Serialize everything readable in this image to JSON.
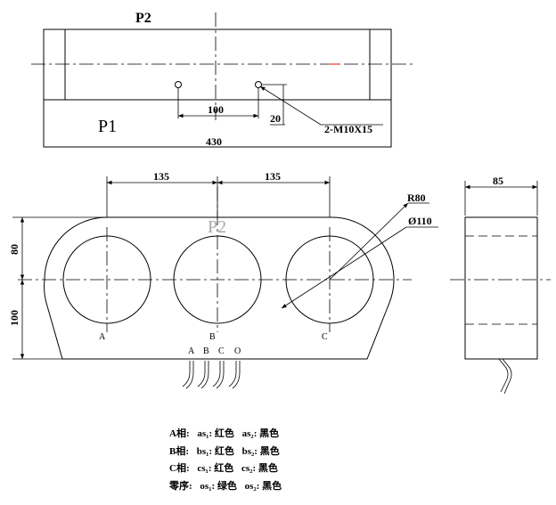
{
  "top_view": {
    "label_p2": "P2",
    "label_p1": "P1",
    "dim_hole_spacing": "100",
    "dim_hole_offset": "20",
    "dim_length": "430",
    "callout_holes": "2-M10X15"
  },
  "front_view": {
    "dim_pitch_left": "135",
    "dim_pitch_right": "135",
    "watermark_p2": "P2",
    "dim_radius": "R80",
    "dim_diameter": "Ø110",
    "dim_upper_height": "80",
    "dim_lower_height": "100",
    "phase_a": "A",
    "phase_b": "B",
    "phase_c": "C"
  },
  "leads": {
    "a": "A",
    "b": "B",
    "c": "C",
    "o": "O"
  },
  "side_view": {
    "dim_width": "85"
  },
  "legend": [
    {
      "phase": "A相:",
      "s1_code": "as₁:",
      "s1_color": "红色",
      "s2_code": "as₂:",
      "s2_color": "黑色"
    },
    {
      "phase": "B相:",
      "s1_code": "bs₁:",
      "s1_color": "红色",
      "s2_code": "bs₂:",
      "s2_color": "黑色"
    },
    {
      "phase": "C相:",
      "s1_code": "cs₁:",
      "s1_color": "红色",
      "s2_code": "cs₂:",
      "s2_color": "黑色"
    },
    {
      "phase": "零序:",
      "s1_code": "os₁:",
      "s1_color": "绿色",
      "s2_code": "os₂:",
      "s2_color": "黑色"
    }
  ]
}
